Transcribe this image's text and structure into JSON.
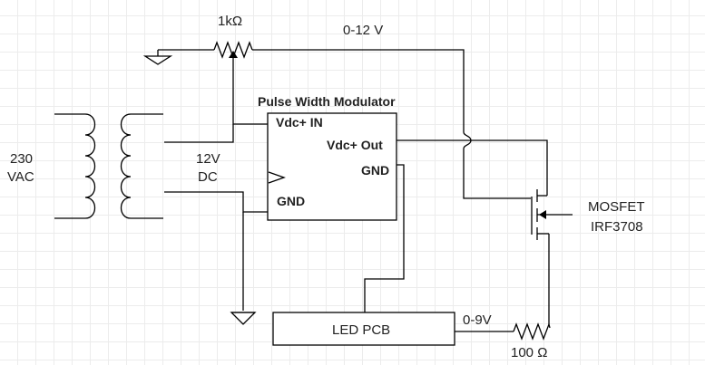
{
  "labels": {
    "potentiometer_value": "1kΩ",
    "output_range": "0-12 V",
    "pwm_title": "Pulse Width Modulator",
    "pin_vdc_in": "Vdc+ IN",
    "pin_vdc_out": "Vdc+ Out",
    "pin_gnd_right": "GND",
    "pin_gnd_left": "GND",
    "dc_voltage": "12V",
    "dc_unit": "DC",
    "ac_voltage": "230",
    "ac_unit": "VAC",
    "mosfet_type": "MOSFET",
    "mosfet_part": "IRF3708",
    "led_pcb": "LED PCB",
    "led_range": "0-9V",
    "resistor_value": "100 Ω"
  }
}
